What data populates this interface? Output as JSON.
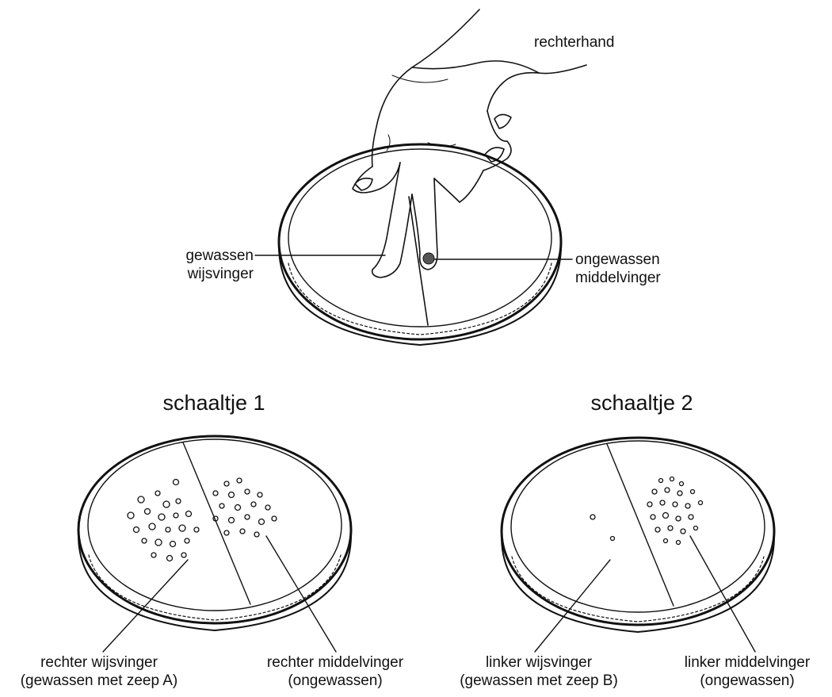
{
  "top_figure": {
    "hand_label": "rechterhand",
    "washed_finger_label": [
      "gewassen",
      "wijsvinger"
    ],
    "unwashed_finger_label": [
      "ongewassen",
      "middelvinger"
    ]
  },
  "dish_1": {
    "title": "schaaltje 1",
    "left_label": [
      "rechter wijsvinger",
      "(gewassen met zeep A)"
    ],
    "right_label": [
      "rechter middelvinger",
      "(ongewassen)"
    ]
  },
  "dish_2": {
    "title": "schaaltje 2",
    "left_label": [
      "linker wijsvinger",
      "(gewassen met zeep B)"
    ],
    "right_label": [
      "linker middelvinger",
      "(ongewassen)"
    ]
  },
  "colors": {
    "ink": "#111111",
    "background": "#ffffff"
  }
}
